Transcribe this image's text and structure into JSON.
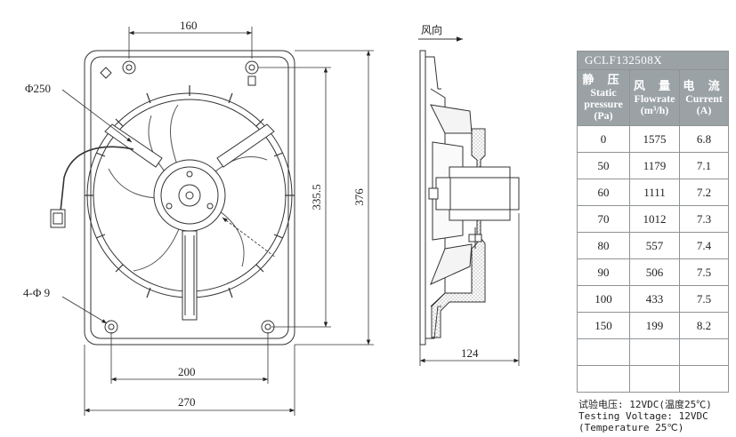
{
  "front_view": {
    "dim_top": "160",
    "dim_diameter": "Φ250",
    "dim_height_inner": "335.5",
    "dim_height_outer": "376",
    "dim_holes": "4-Φ  9",
    "dim_bottom_inner": "200",
    "dim_bottom_outer": "270"
  },
  "side_view": {
    "airflow_label": "风向",
    "dim_depth": "124"
  },
  "table": {
    "model": "GCLF132508X",
    "headers": [
      {
        "zh": "静 压",
        "en1": "Static",
        "en2": "pressure",
        "unit": "(Pa)"
      },
      {
        "zh": "风 量",
        "en1": "Flowrate",
        "en2": "",
        "unit": "(m³/h)"
      },
      {
        "zh": "电 流",
        "en1": "Current",
        "en2": "",
        "unit": "(A)"
      }
    ],
    "rows": [
      [
        "0",
        "1575",
        "6.8"
      ],
      [
        "50",
        "1179",
        "7.1"
      ],
      [
        "60",
        "1111",
        "7.2"
      ],
      [
        "70",
        "1012",
        "7.3"
      ],
      [
        "80",
        "557",
        "7.4"
      ],
      [
        "90",
        "506",
        "7.5"
      ],
      [
        "100",
        "433",
        "7.5"
      ],
      [
        "150",
        "199",
        "8.2"
      ],
      [
        "",
        "",
        ""
      ],
      [
        "",
        "",
        ""
      ]
    ]
  },
  "test_note": {
    "line1": "试验电压: 12VDC(温度25℃)",
    "line2": "Testing Voltage: 12VDC",
    "line3": "(Temperature 25℃)"
  }
}
